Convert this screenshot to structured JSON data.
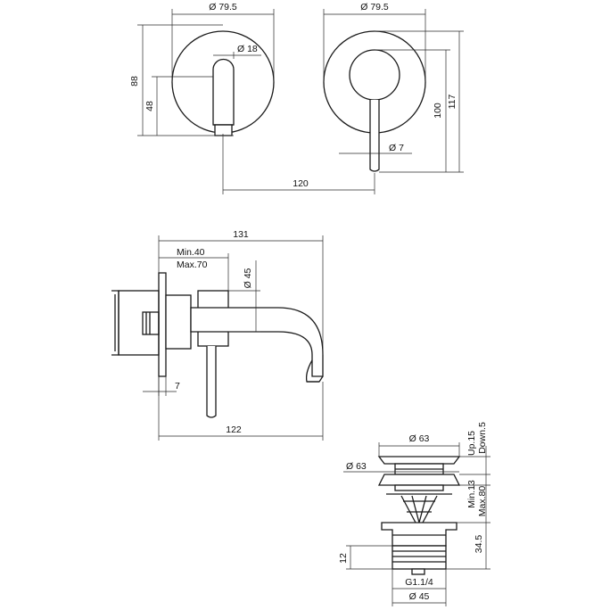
{
  "front_view_left": {
    "rosette_diameter": "Ø 79.5",
    "handle_diameter": "Ø 18",
    "total_height": "88",
    "handle_height": "48"
  },
  "front_view_right": {
    "rosette_diameter": "Ø 79.5",
    "lever_diameter": "Ø 7",
    "lever_height": "100",
    "total_height": "117"
  },
  "front_span": "120",
  "side_view": {
    "overall_length": "131",
    "wall_depth_min": "Min.40",
    "wall_depth_max": "Max.70",
    "spout_diameter": "Ø 45",
    "rosette_thickness": "7",
    "lever_reach": "122"
  },
  "waste_valve": {
    "cap_diameter": "Ø 63",
    "flange_diameter": "Ø 63",
    "stroke_up": "Up.15",
    "stroke_down": "Down.5",
    "range_min": "Min.13",
    "range_max": "Max.80",
    "body_height": "34.5",
    "thread_height": "12",
    "thread": "G1.1/4",
    "body_diameter": "Ø 45"
  }
}
